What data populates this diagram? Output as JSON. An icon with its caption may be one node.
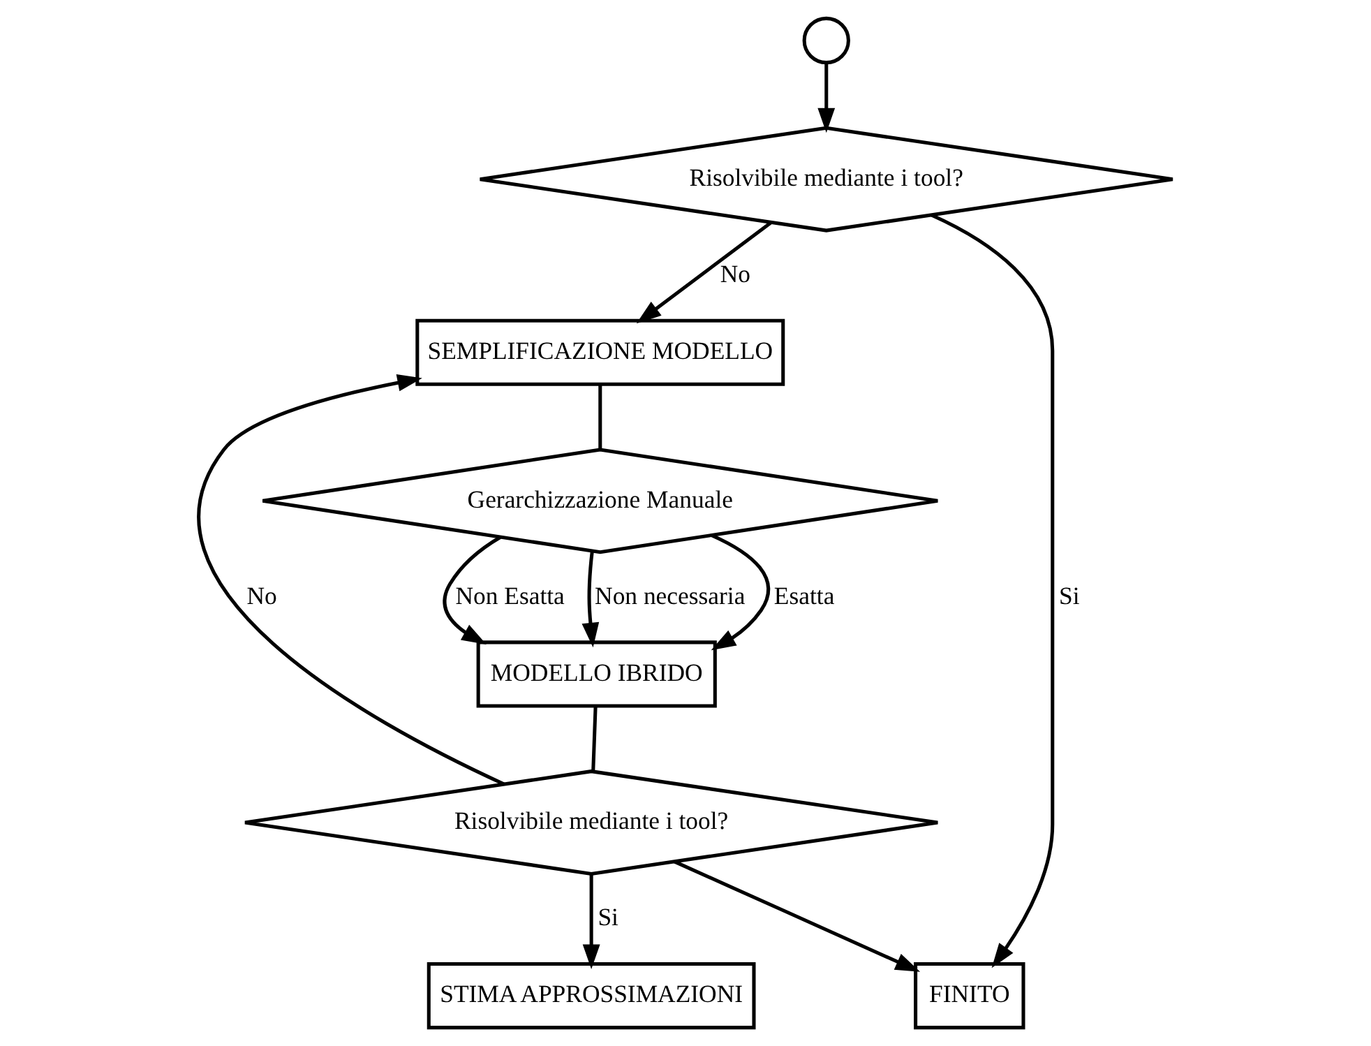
{
  "diagram": {
    "nodes": [
      {
        "text": [],
        "shape": "circle"
      },
      {
        "text": [
          "Risolvibile mediante i tool?"
        ]
      },
      {
        "text": [
          "SEMPLIFICAZIONE MODELLO"
        ]
      },
      {
        "text": [
          "Gerarchizzazione Manuale"
        ]
      },
      {
        "text": [
          "MODELLO IBRIDO"
        ]
      },
      {
        "text": [
          "Risolvibile mediante i tool?"
        ]
      },
      {
        "text": [
          "FINITO"
        ]
      },
      {
        "text": [
          "STIMA APPROSSIMAZIONI"
        ]
      }
    ],
    "edges": [
      {
        "from": 0,
        "to": 1,
        "arrow": "to"
      },
      {
        "from": 1,
        "to": 6,
        "label": "Si",
        "arrow": "to"
      },
      {
        "from": 1,
        "to": 2,
        "label": "No",
        "arrow": "to"
      },
      {
        "from": 2,
        "to": 3,
        "arrow": "none"
      },
      {
        "from": 3,
        "to": 4,
        "label": "Non necessaria",
        "arrow": "to"
      },
      {
        "from": 3,
        "to": 4,
        "label": "Esatta",
        "arrow": "to"
      },
      {
        "from": 3,
        "to": 4,
        "label": "Non Esatta",
        "arrow": "to"
      },
      {
        "from": 4,
        "to": 5,
        "arrow": "none"
      },
      {
        "from": 5,
        "to": 2,
        "label": "No",
        "arrow": "to"
      },
      {
        "from": 5,
        "to": 6,
        "arrow": "to"
      },
      {
        "from": 5,
        "to": 7,
        "label": "Si",
        "arrow": "to"
      }
    ]
  }
}
